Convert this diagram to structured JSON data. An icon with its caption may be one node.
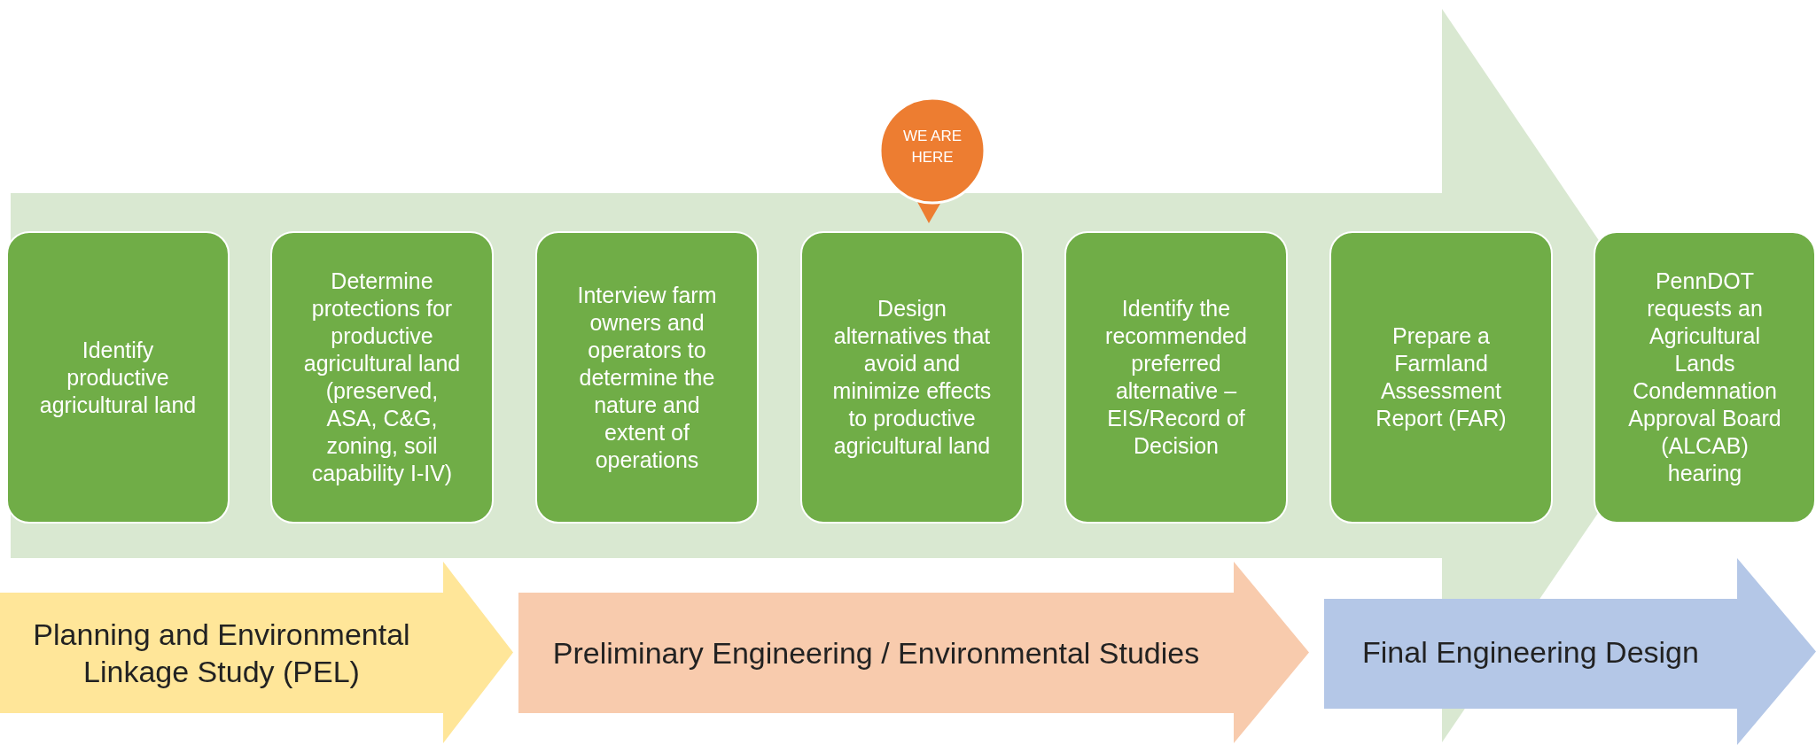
{
  "diagram": {
    "nodes": [
      {
        "text": [
          "WE ARE HERE"
        ]
      },
      {
        "text": [
          "Identify productive agricultural land"
        ]
      },
      {
        "text": [
          "Determine protections for productive agricultural land (preserved, ASA, C&G, zoning, soil capability I-IV)"
        ]
      },
      {
        "text": [
          "Interview farm owners and operators to determine the nature and extent of operations"
        ]
      },
      {
        "text": [
          "Design alternatives that avoid and minimize effects to productive agricultural land"
        ]
      },
      {
        "text": [
          "Identify the recommended preferred alternative – EIS/Record of Decision"
        ]
      },
      {
        "text": [
          "Prepare a Farmland Assessment Report (FAR)"
        ]
      },
      {
        "text": [
          "PennDOT requests an Agricultural Lands Condemnation Approval Board (ALCAB) hearing"
        ]
      },
      {
        "text": [
          "Planning and Environmental Linkage Study (PEL)"
        ]
      },
      {
        "text": [
          "Preliminary Engineering / Environmental Studies"
        ]
      },
      {
        "text": [
          "Final Engineering Design"
        ]
      }
    ]
  }
}
